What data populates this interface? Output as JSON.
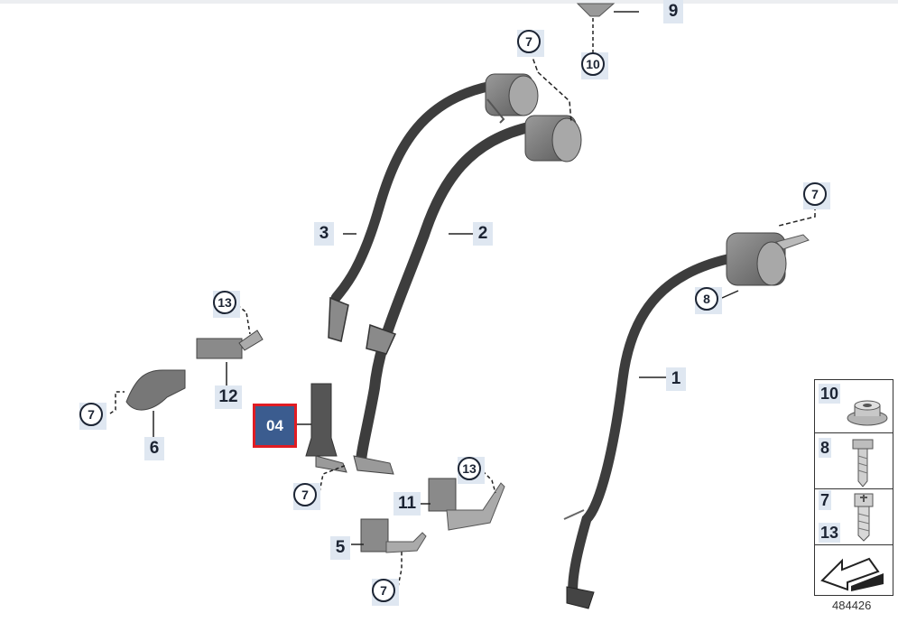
{
  "labels": {
    "p1": "1",
    "p2": "2",
    "p3": "3",
    "p5": "5",
    "p6": "6",
    "p7": "7",
    "p8": "8",
    "p9": "9",
    "p10": "10",
    "p11": "11",
    "p12": "12",
    "p13": "13"
  },
  "selected_label": "04",
  "legend": {
    "row_10": "10",
    "row_8": "8",
    "row_7": "7",
    "row_13": "13"
  },
  "reference_number": "484426",
  "colors": {
    "label_bg": "#dfe7f1",
    "selected_bg": "#3b5c8f",
    "selected_border": "#e01c23",
    "belt": "#3d3d3d"
  }
}
